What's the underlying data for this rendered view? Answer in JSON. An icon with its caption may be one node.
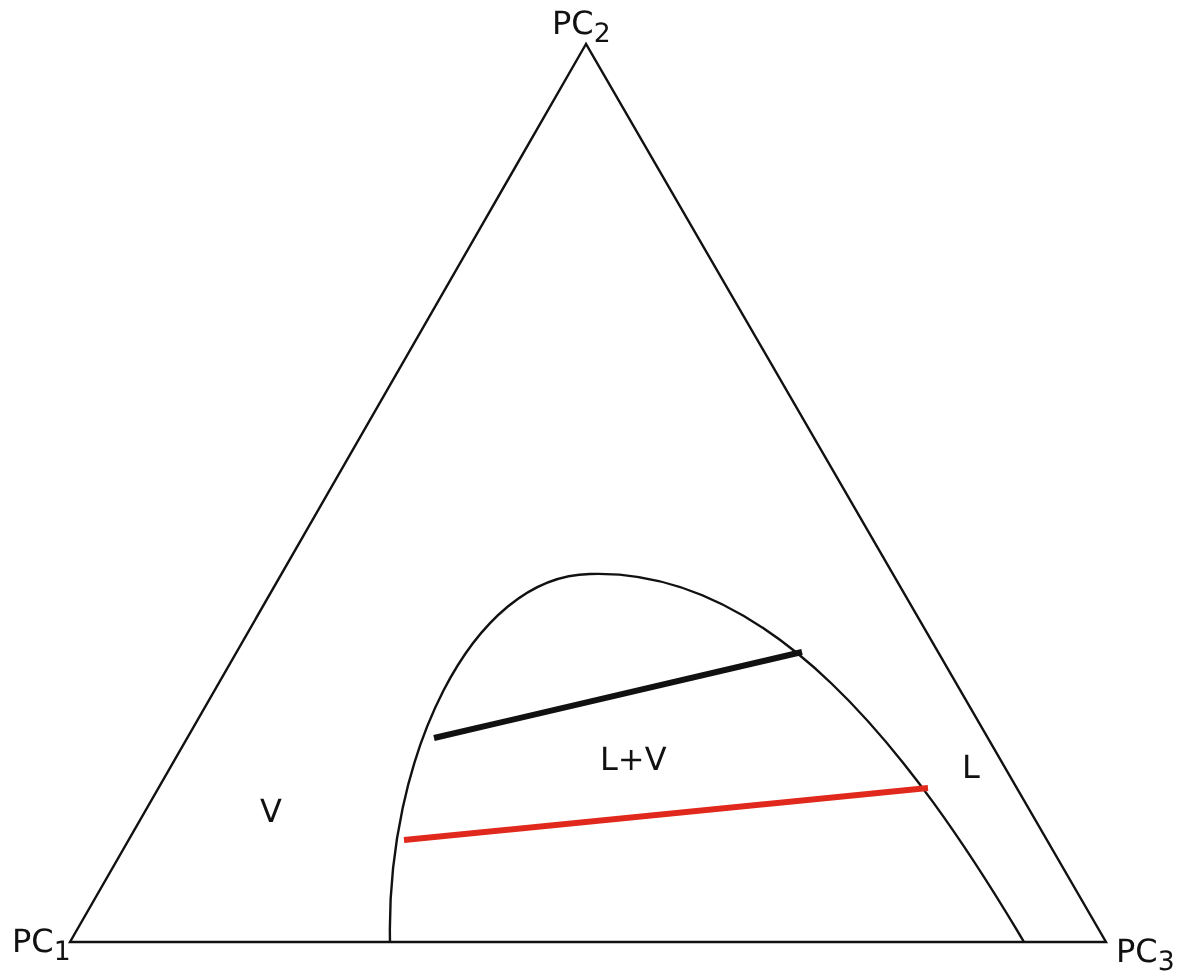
{
  "diagram": {
    "labels": [
      "PC$_{2}$",
      "PC$_{1}$",
      "PC$_{3}$",
      "V",
      "L+V",
      "L"
    ]
  }
}
